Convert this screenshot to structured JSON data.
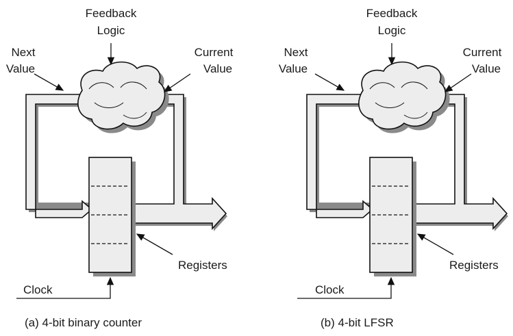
{
  "panels": [
    {
      "feedback_label_line1": "Feedback",
      "feedback_label_line2": "Logic",
      "next_value_line1": "Next",
      "next_value_line2": "Value",
      "current_value_line1": "Current",
      "current_value_line2": "Value",
      "registers_label": "Registers",
      "clock_label": "Clock",
      "caption": "(a) 4-bit binary counter"
    },
    {
      "feedback_label_line1": "Feedback",
      "feedback_label_line2": "Logic",
      "next_value_line1": "Next",
      "next_value_line2": "Value",
      "current_value_line1": "Current",
      "current_value_line2": "Value",
      "registers_label": "Registers",
      "clock_label": "Clock",
      "caption": "(b) 4-bit LFSR"
    }
  ],
  "register_bits": 4,
  "colors": {
    "fill": "#ededed",
    "shadow": "#8a8a8a",
    "stroke": "#111111"
  }
}
